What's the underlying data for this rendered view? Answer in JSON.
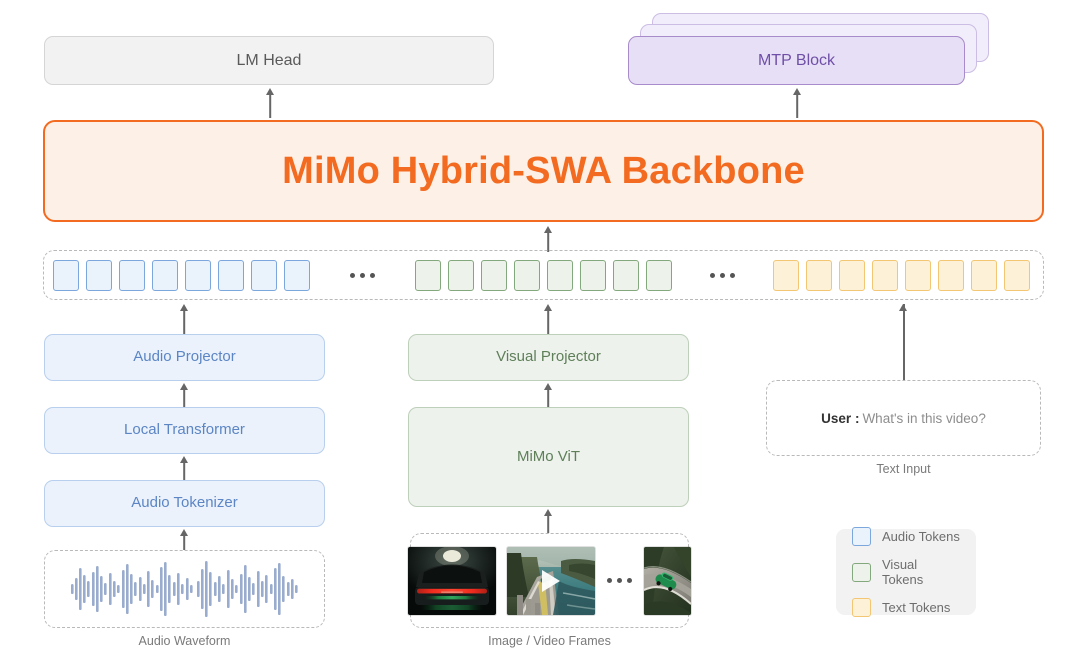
{
  "diagram": {
    "title": "MiMo Hybrid-SWA Backbone multimodal architecture",
    "backbone_label": "MiMo Hybrid-SWA Backbone",
    "lm_head_label": "LM Head",
    "mtp_block_label": "MTP Block",
    "colors": {
      "backbone_border": "#f26b20",
      "backbone_fill": "#fdf0e7",
      "backbone_text": "#f26b20",
      "lm_head_fill": "#f2f2f2",
      "lm_head_border": "#d5d5d5",
      "lm_head_text": "#5a5a5a",
      "mtp_fill": "#e7dff5",
      "mtp_border": "#a78bca",
      "mtp_text": "#6f4fa8",
      "audio_fill": "#ebf2fc",
      "audio_border": "#b8cfee",
      "audio_text": "#5b85c4",
      "visual_fill": "#edf2ec",
      "visual_border": "#bdd0b9",
      "visual_text": "#5f7f59",
      "token_blue_fill": "#eaf2fc",
      "token_blue_border": "#7ba7dc",
      "token_green_fill": "#edf3ea",
      "token_green_border": "#84a87d",
      "token_yellow_fill": "#fdf2d7",
      "token_yellow_border": "#f2c673",
      "dashed_border": "#b9b9b9",
      "arrow": "#666666",
      "caption_text": "#7a7a7a"
    }
  },
  "mtp": {
    "stack_count": 3
  },
  "tokens": {
    "audio_count": 8,
    "visual_count": 8,
    "text_count": 8,
    "ellipsis_glyph": "•••"
  },
  "audio_branch": {
    "projector_label": "Audio Projector",
    "local_transformer_label": "Local Transformer",
    "tokenizer_label": "Audio Tokenizer",
    "input_caption": "Audio Waveform"
  },
  "visual_branch": {
    "projector_label": "Visual Projector",
    "encoder_label": "MiMo ViT",
    "input_caption": "Image / Video Frames",
    "frames_ellipsis": "•••",
    "frames": [
      {
        "name": "car-rear-taillight-frame",
        "alt": "Dark car rear with red light bar"
      },
      {
        "name": "coastal-bridge-video-frame",
        "alt": "Coastal highway bridge video frame with play button",
        "has_play_button": true
      },
      {
        "name": "green-car-road-frame",
        "alt": "Green car on a curving forest road"
      }
    ]
  },
  "text_branch": {
    "role_label": "User :",
    "message": "What's in this video?",
    "input_caption": "Text Input"
  },
  "legend": {
    "items": [
      {
        "label": "Audio Tokens",
        "swatch_fill": "#eaf2fc",
        "swatch_border": "#7ba7dc"
      },
      {
        "label": "Visual Tokens",
        "swatch_fill": "#edf3ea",
        "swatch_border": "#84a87d"
      },
      {
        "label": "Text Tokens",
        "swatch_fill": "#fdf2d7",
        "swatch_border": "#f2c673"
      }
    ]
  }
}
